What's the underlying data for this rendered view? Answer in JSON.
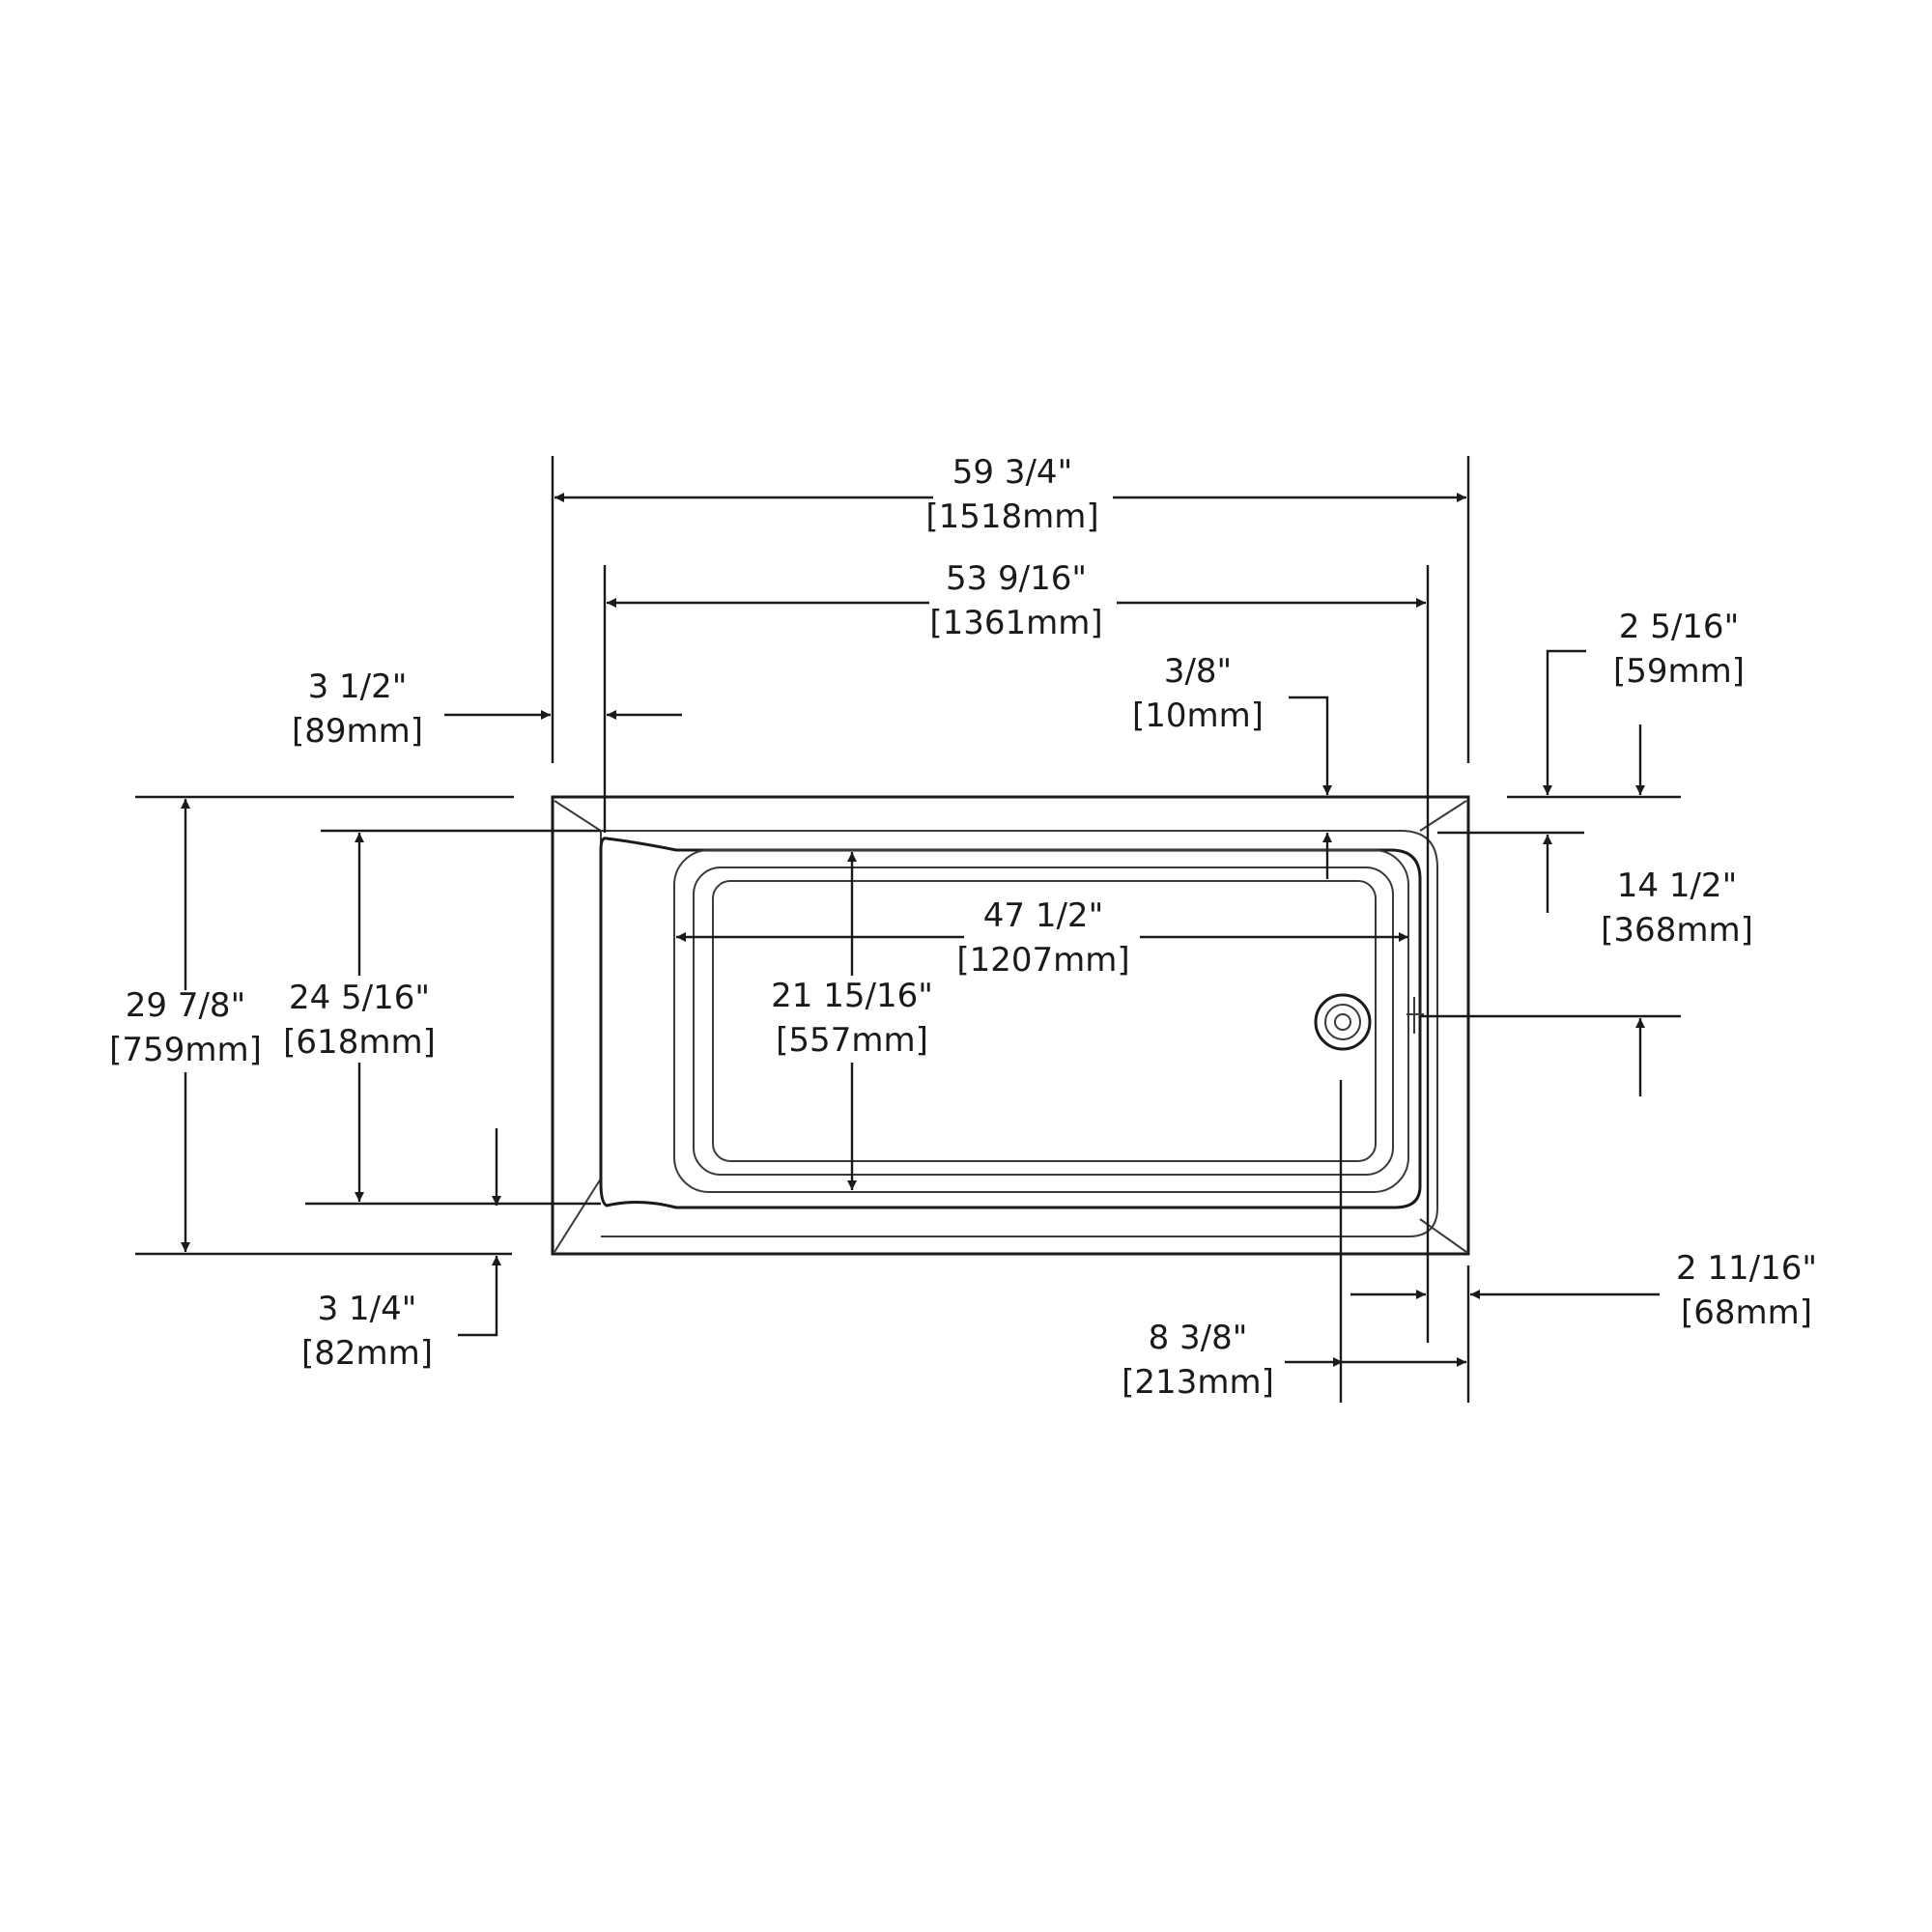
{
  "dimensions": {
    "overall_length": {
      "imperial": "59 3/4\"",
      "metric": "[1518mm]"
    },
    "rim_to_wall_length": {
      "imperial": "53 9/16\"",
      "metric": "[1361mm]"
    },
    "left_deck": {
      "imperial": "3 1/2\"",
      "metric": "[89mm]"
    },
    "rear_deck": {
      "imperial": "3/8\"",
      "metric": "[10mm]"
    },
    "right_offset": {
      "imperial": "2 5/16\"",
      "metric": "[59mm]"
    },
    "drain_from_back": {
      "imperial": "14 1/2\"",
      "metric": "[368mm]"
    },
    "overall_width": {
      "imperial": "29 7/8\"",
      "metric": "[759mm]"
    },
    "interior_width": {
      "imperial": "24 5/16\"",
      "metric": "[618mm]"
    },
    "bottom_width": {
      "imperial": "21 15/16\"",
      "metric": "[557mm]"
    },
    "bottom_length": {
      "imperial": "47 1/2\"",
      "metric": "[1207mm]"
    },
    "front_deck": {
      "imperial": "3 1/4\"",
      "metric": "[82mm]"
    },
    "end_deck": {
      "imperial": "2 11/16\"",
      "metric": "[68mm]"
    },
    "drain_from_end": {
      "imperial": "8 3/8\"",
      "metric": "[213mm]"
    }
  }
}
